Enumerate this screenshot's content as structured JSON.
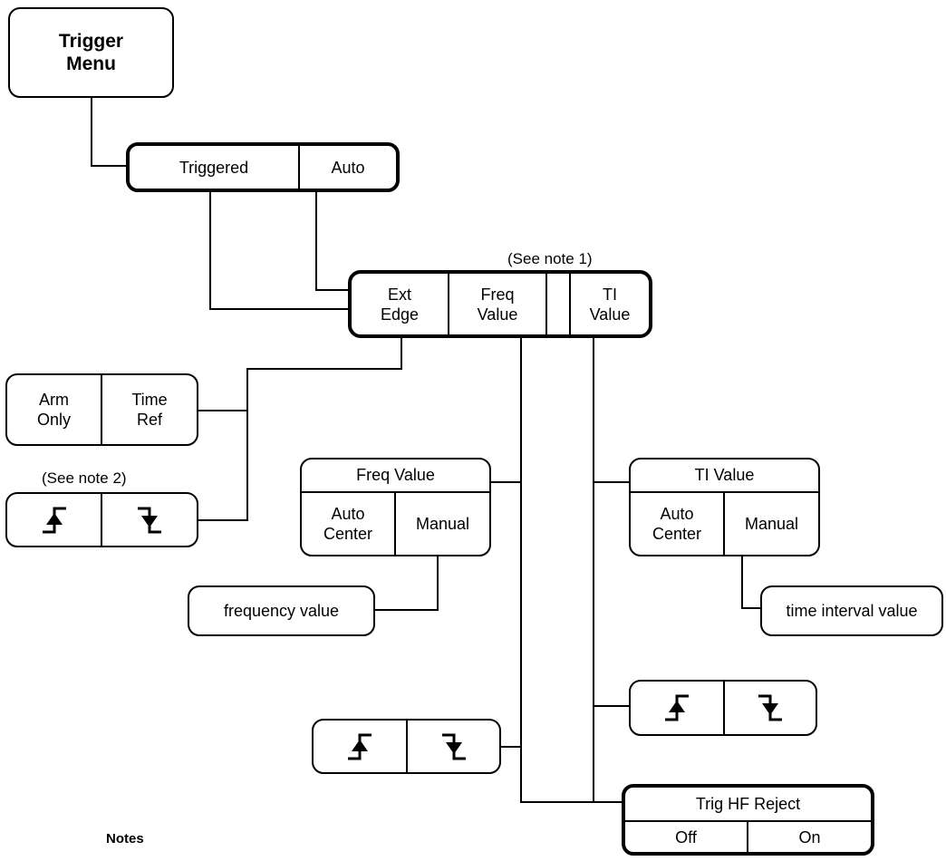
{
  "diagram": {
    "trigger_menu": {
      "label": "Trigger\nMenu"
    },
    "mode_menu": {
      "triggered": "Triggered",
      "auto": "Auto"
    },
    "source_menu": {
      "note": "(See note 1)",
      "ext_edge": "Ext\nEdge",
      "freq_value": "Freq\nValue",
      "ti_value": "TI\nValue"
    },
    "arm_menu": {
      "arm_only": "Arm\nOnly",
      "time_ref": "Time\nRef"
    },
    "ext_slope_menu": {
      "note": "(See note 2)",
      "rising_icon": "rising-edge-icon",
      "falling_icon": "falling-edge-icon"
    },
    "freq_value_menu": {
      "title": "Freq Value",
      "auto_center": "Auto\nCenter",
      "manual": "Manual"
    },
    "frequency_entry": {
      "label": "frequency value"
    },
    "ti_value_menu": {
      "title": "TI Value",
      "auto_center": "Auto\nCenter",
      "manual": "Manual"
    },
    "time_interval_entry": {
      "label": "time interval value"
    },
    "freq_slope_menu": {
      "rising_icon": "rising-edge-icon",
      "falling_icon": "falling-edge-icon"
    },
    "ti_slope_menu": {
      "rising_icon": "rising-edge-icon",
      "falling_icon": "falling-edge-icon"
    },
    "hf_reject_menu": {
      "title": "Trig HF Reject",
      "off": "Off",
      "on": "On"
    },
    "notes_heading": "Notes"
  }
}
